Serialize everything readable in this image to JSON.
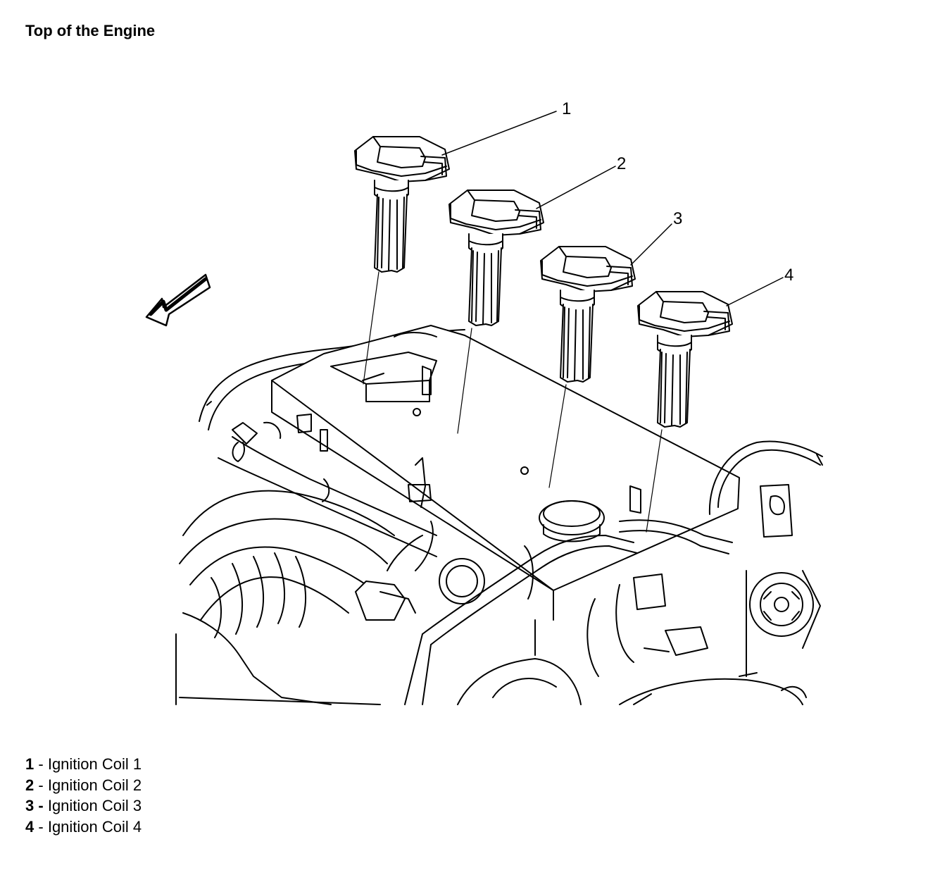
{
  "title": "Top of the Engine",
  "callouts": [
    {
      "number": "1",
      "label": "Ignition Coil 1"
    },
    {
      "number": "2",
      "label": "Ignition Coil 2"
    },
    {
      "number": "3",
      "label": "Ignition Coil 3"
    },
    {
      "number": "4",
      "label": "Ignition Coil 4"
    }
  ],
  "legend_separator": "-",
  "colors": {
    "line": "#000000",
    "background": "#ffffff"
  },
  "icons": [
    "direction-arrow-icon",
    "ignition-coil-graphic",
    "engine-block-graphic",
    "oil-filler-cap-graphic"
  ]
}
